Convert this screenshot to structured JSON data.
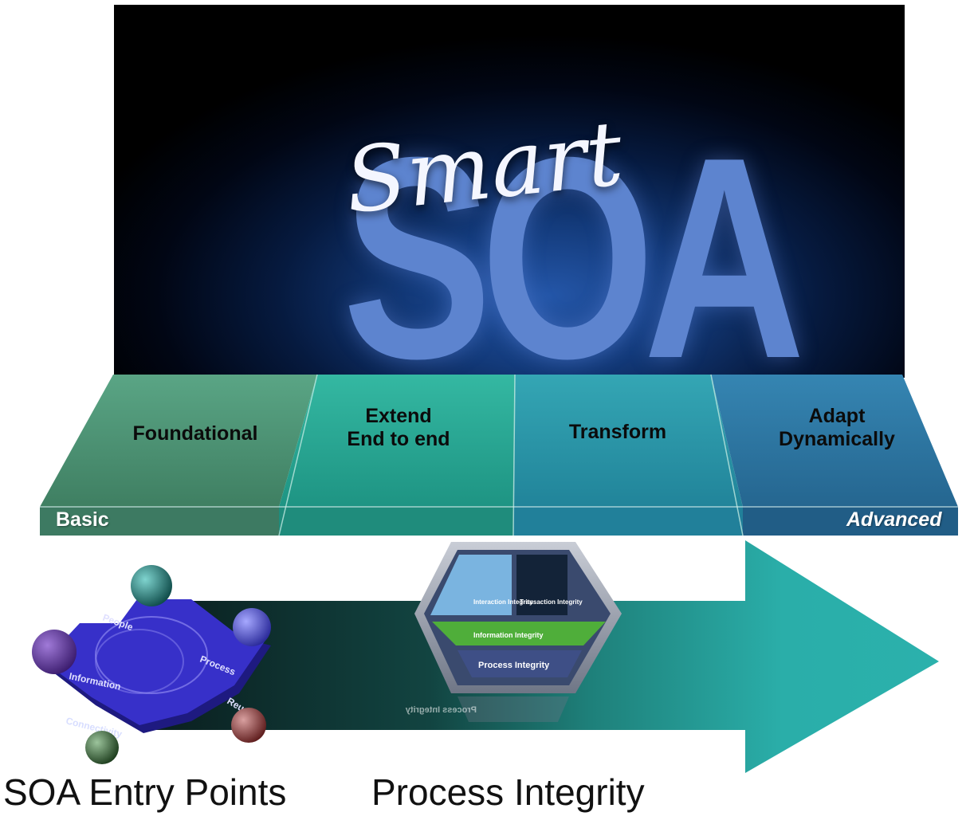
{
  "banner": {
    "script_text": "Smart",
    "big_text": "SOA"
  },
  "maturity_segments": [
    {
      "label": "Foundational",
      "color": "#4f9676"
    },
    {
      "label": "Extend\nEnd to end",
      "color": "#28a894"
    },
    {
      "label": "Transform",
      "color": "#2b97a8"
    },
    {
      "label": "Adapt\nDynamically",
      "color": "#2c77a6"
    }
  ],
  "scale": {
    "low_label": "Basic",
    "high_label": "Advanced"
  },
  "entry_points_graphic": {
    "hex_labels": [
      "People",
      "Information",
      "Process",
      "Reuse",
      "Connectivity"
    ]
  },
  "process_integrity_graphic": {
    "quadrants": [
      "Interaction Integrity",
      "Transaction Integrity",
      "Information Integrity",
      "Process Integrity"
    ],
    "reflection": "Process Integrity"
  },
  "captions": {
    "left": "SOA Entry Points",
    "middle": "Process Integrity"
  },
  "colors": {
    "arrow_teal": "#2aaea9",
    "arrow_dark": "#0f2d2a",
    "hex_blue": "#3730c9"
  }
}
